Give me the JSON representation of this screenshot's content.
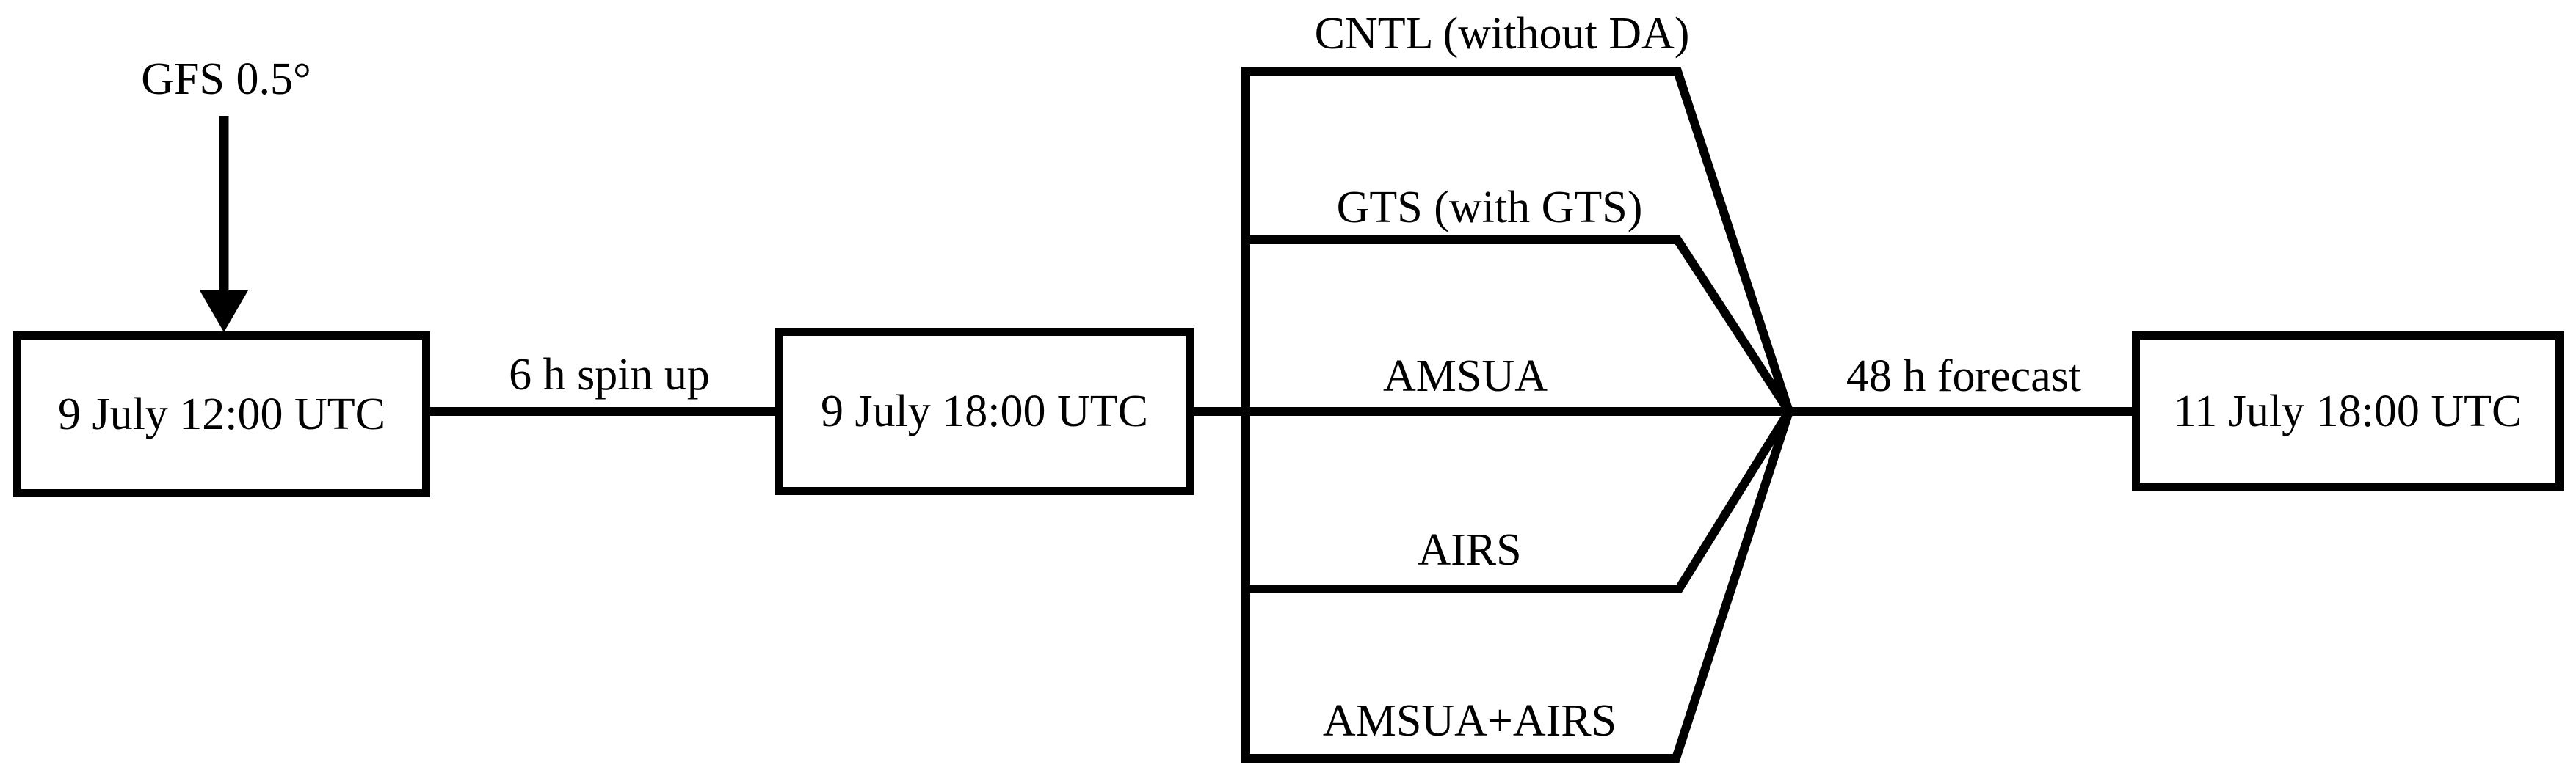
{
  "diagram": {
    "source_label": "GFS 0.5°",
    "boxes": [
      {
        "label": "9 July 12:00 UTC"
      },
      {
        "label": "9 July 18:00 UTC"
      },
      {
        "label": "11 July 18:00 UTC"
      }
    ],
    "edge_labels": {
      "spin_up": "6 h spin up",
      "forecast": "48 h forecast"
    },
    "branches": [
      {
        "label": "CNTL (without DA)"
      },
      {
        "label": "GTS (with GTS)"
      },
      {
        "label": "AMSUA"
      },
      {
        "label": "AIRS"
      },
      {
        "label": "AMSUA+AIRS"
      }
    ],
    "colors": {
      "line": "#000000",
      "background": "#ffffff",
      "text": "#000000"
    },
    "icons": {
      "arrow_down": "down-arrow-icon"
    }
  }
}
